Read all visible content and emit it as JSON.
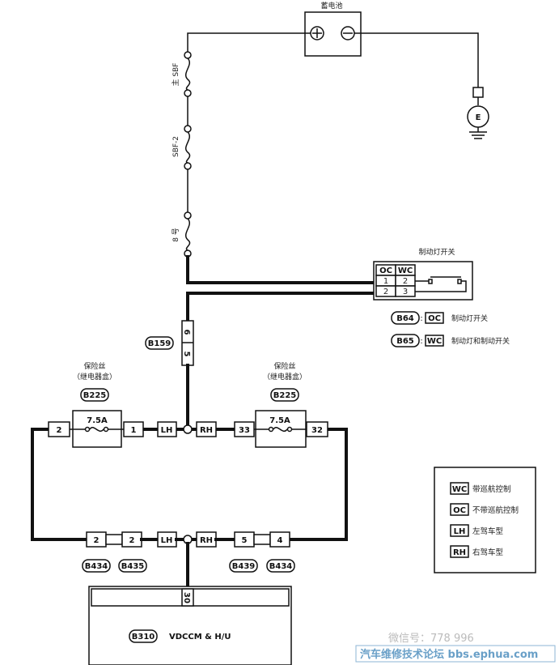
{
  "battery": {
    "label": "蓄电池",
    "plus": "⊕",
    "minus": "⊖"
  },
  "ground": {
    "label": "E"
  },
  "fuses": [
    {
      "id": "main-sbf",
      "label": "主 SBF"
    },
    {
      "id": "sbf2",
      "label": "SBF-2"
    },
    {
      "id": "no8",
      "label": "8 号"
    }
  ],
  "brake_switch": {
    "title": "制动灯开关",
    "headers": [
      "OC",
      "WC"
    ],
    "row1": [
      "1",
      "2"
    ],
    "row2": [
      "2",
      "3"
    ]
  },
  "switch_legend": [
    {
      "code": "B64",
      "type": "OC",
      "desc": "制动灯开关"
    },
    {
      "code": "B65",
      "type": "WC",
      "desc": "制动灯和制动开关"
    }
  ],
  "b159": {
    "code": "B159",
    "pin_top": "6",
    "pin_bottom": "5"
  },
  "relay_fuse_left": {
    "title1": "保险丝",
    "title2": "（继电器盒）",
    "code": "B225",
    "rating": "7.5A",
    "pin_left": "2",
    "pin_right": "1"
  },
  "relay_fuse_right": {
    "title1": "保险丝",
    "title2": "（继电器盒）",
    "code": "B225",
    "rating": "7.5A",
    "pin_left": "33",
    "pin_right": "32"
  },
  "junction_top": {
    "left": "LH",
    "right": "RH"
  },
  "junction_bottom": {
    "left": "LH",
    "right": "RH"
  },
  "bottom_connectors": [
    {
      "pin": "2",
      "code": "B434"
    },
    {
      "pin": "2",
      "code": "B435"
    },
    {
      "pin": "5",
      "code": "B439"
    },
    {
      "pin": "4",
      "code": "B434"
    }
  ],
  "module": {
    "pin": "30",
    "code": "B310",
    "name": "VDCCM & H/U"
  },
  "legend": [
    {
      "code": "WC",
      "desc": "带巡航控制"
    },
    {
      "code": "OC",
      "desc": "不带巡航控制"
    },
    {
      "code": "LH",
      "desc": "左驾车型"
    },
    {
      "code": "RH",
      "desc": "右驾车型"
    }
  ],
  "watermark": {
    "faded": "微信号：778 996",
    "site": "汽车维修技术论坛 bbs.ephua.com"
  }
}
